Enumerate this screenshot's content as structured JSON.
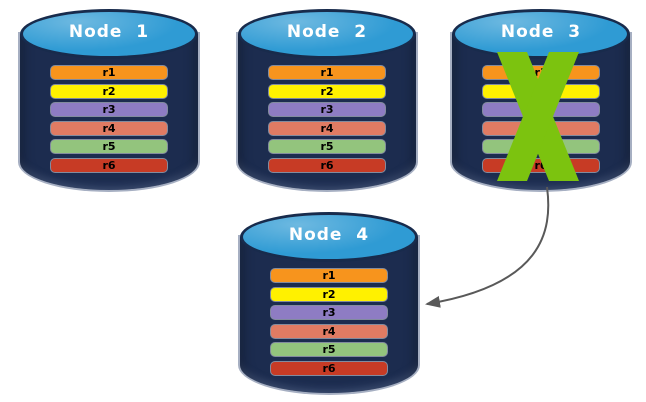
{
  "diagram": {
    "background": "#FFFFFF",
    "colors": {
      "cylinder_body": "#1C2C4F",
      "cylinder_top": "#2F9BD4",
      "cylinder_outline": "#A6AFC2",
      "ellipse_border": "#182B4C",
      "row_text": "#000000",
      "title_text": "#FFFFFF",
      "failure_x": "#7CC30F",
      "arrow": "#595959"
    },
    "nodes": [
      {
        "id": "node-1",
        "label": "Node  1",
        "failed": false,
        "rows": [
          {
            "label": "r1",
            "color": "#F7941D"
          },
          {
            "label": "r2",
            "color": "#FFF100"
          },
          {
            "label": "r3",
            "color": "#8E7CC3"
          },
          {
            "label": "r4",
            "color": "#E07B63"
          },
          {
            "label": "r5",
            "color": "#93C47D"
          },
          {
            "label": "r6",
            "color": "#C73B25"
          }
        ]
      },
      {
        "id": "node-2",
        "label": "Node  2",
        "failed": false,
        "rows": [
          {
            "label": "r1",
            "color": "#F7941D"
          },
          {
            "label": "r2",
            "color": "#FFF100"
          },
          {
            "label": "r3",
            "color": "#8E7CC3"
          },
          {
            "label": "r4",
            "color": "#E07B63"
          },
          {
            "label": "r5",
            "color": "#93C47D"
          },
          {
            "label": "r6",
            "color": "#C73B25"
          }
        ]
      },
      {
        "id": "node-3",
        "label": "Node  3",
        "failed": true,
        "rows": [
          {
            "label": "r1",
            "color": "#F7941D"
          },
          {
            "label": "r2",
            "color": "#FFF100"
          },
          {
            "label": "r3",
            "color": "#8E7CC3"
          },
          {
            "label": "r4",
            "color": "#E07B63"
          },
          {
            "label": "r5",
            "color": "#93C47D"
          },
          {
            "label": "r6",
            "color": "#C73B25"
          }
        ]
      },
      {
        "id": "node-4",
        "label": "Node  4",
        "failed": false,
        "rows": [
          {
            "label": "r1",
            "color": "#F7941D"
          },
          {
            "label": "r2",
            "color": "#FFF100"
          },
          {
            "label": "r3",
            "color": "#8E7CC3"
          },
          {
            "label": "r4",
            "color": "#E07B63"
          },
          {
            "label": "r5",
            "color": "#93C47D"
          },
          {
            "label": "r6",
            "color": "#C73B25"
          }
        ]
      }
    ],
    "arrow": {
      "from_node": "Node 3",
      "to_node": "Node 4"
    }
  }
}
